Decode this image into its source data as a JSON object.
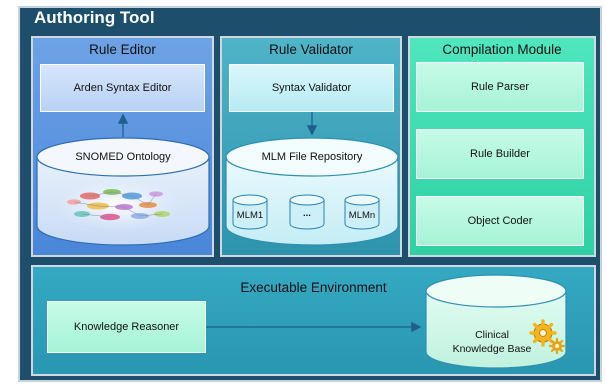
{
  "outer": {
    "title": "Authoring Tool"
  },
  "rule_editor": {
    "title": "Rule Editor",
    "editor_label": "Arden Syntax Editor",
    "ontology_label": "SNOMED Ontology"
  },
  "rule_validator": {
    "title": "Rule Validator",
    "validator_label": "Syntax Validator",
    "repository_label": "MLM File Repository",
    "mlm_items": [
      "MLM1",
      "...",
      "MLMn"
    ]
  },
  "compilation": {
    "title": "Compilation Module",
    "items": [
      "Rule Parser",
      "Rule Builder",
      "Object Coder"
    ]
  },
  "executable": {
    "title": "Executable Environment",
    "reasoner_label": "Knowledge Reasoner",
    "kb_label_line1": "Clinical",
    "kb_label_line2": "Knowledge Base"
  },
  "icons": [
    "gear-icon"
  ],
  "colors": {
    "outer": "#1d4e6c",
    "rule_editor": "#5a93de",
    "rule_validator": "#3ea3bb",
    "compilation": "#3fdcb0",
    "executable": "#2f9fb9",
    "arrow": "#1f5f8c"
  }
}
